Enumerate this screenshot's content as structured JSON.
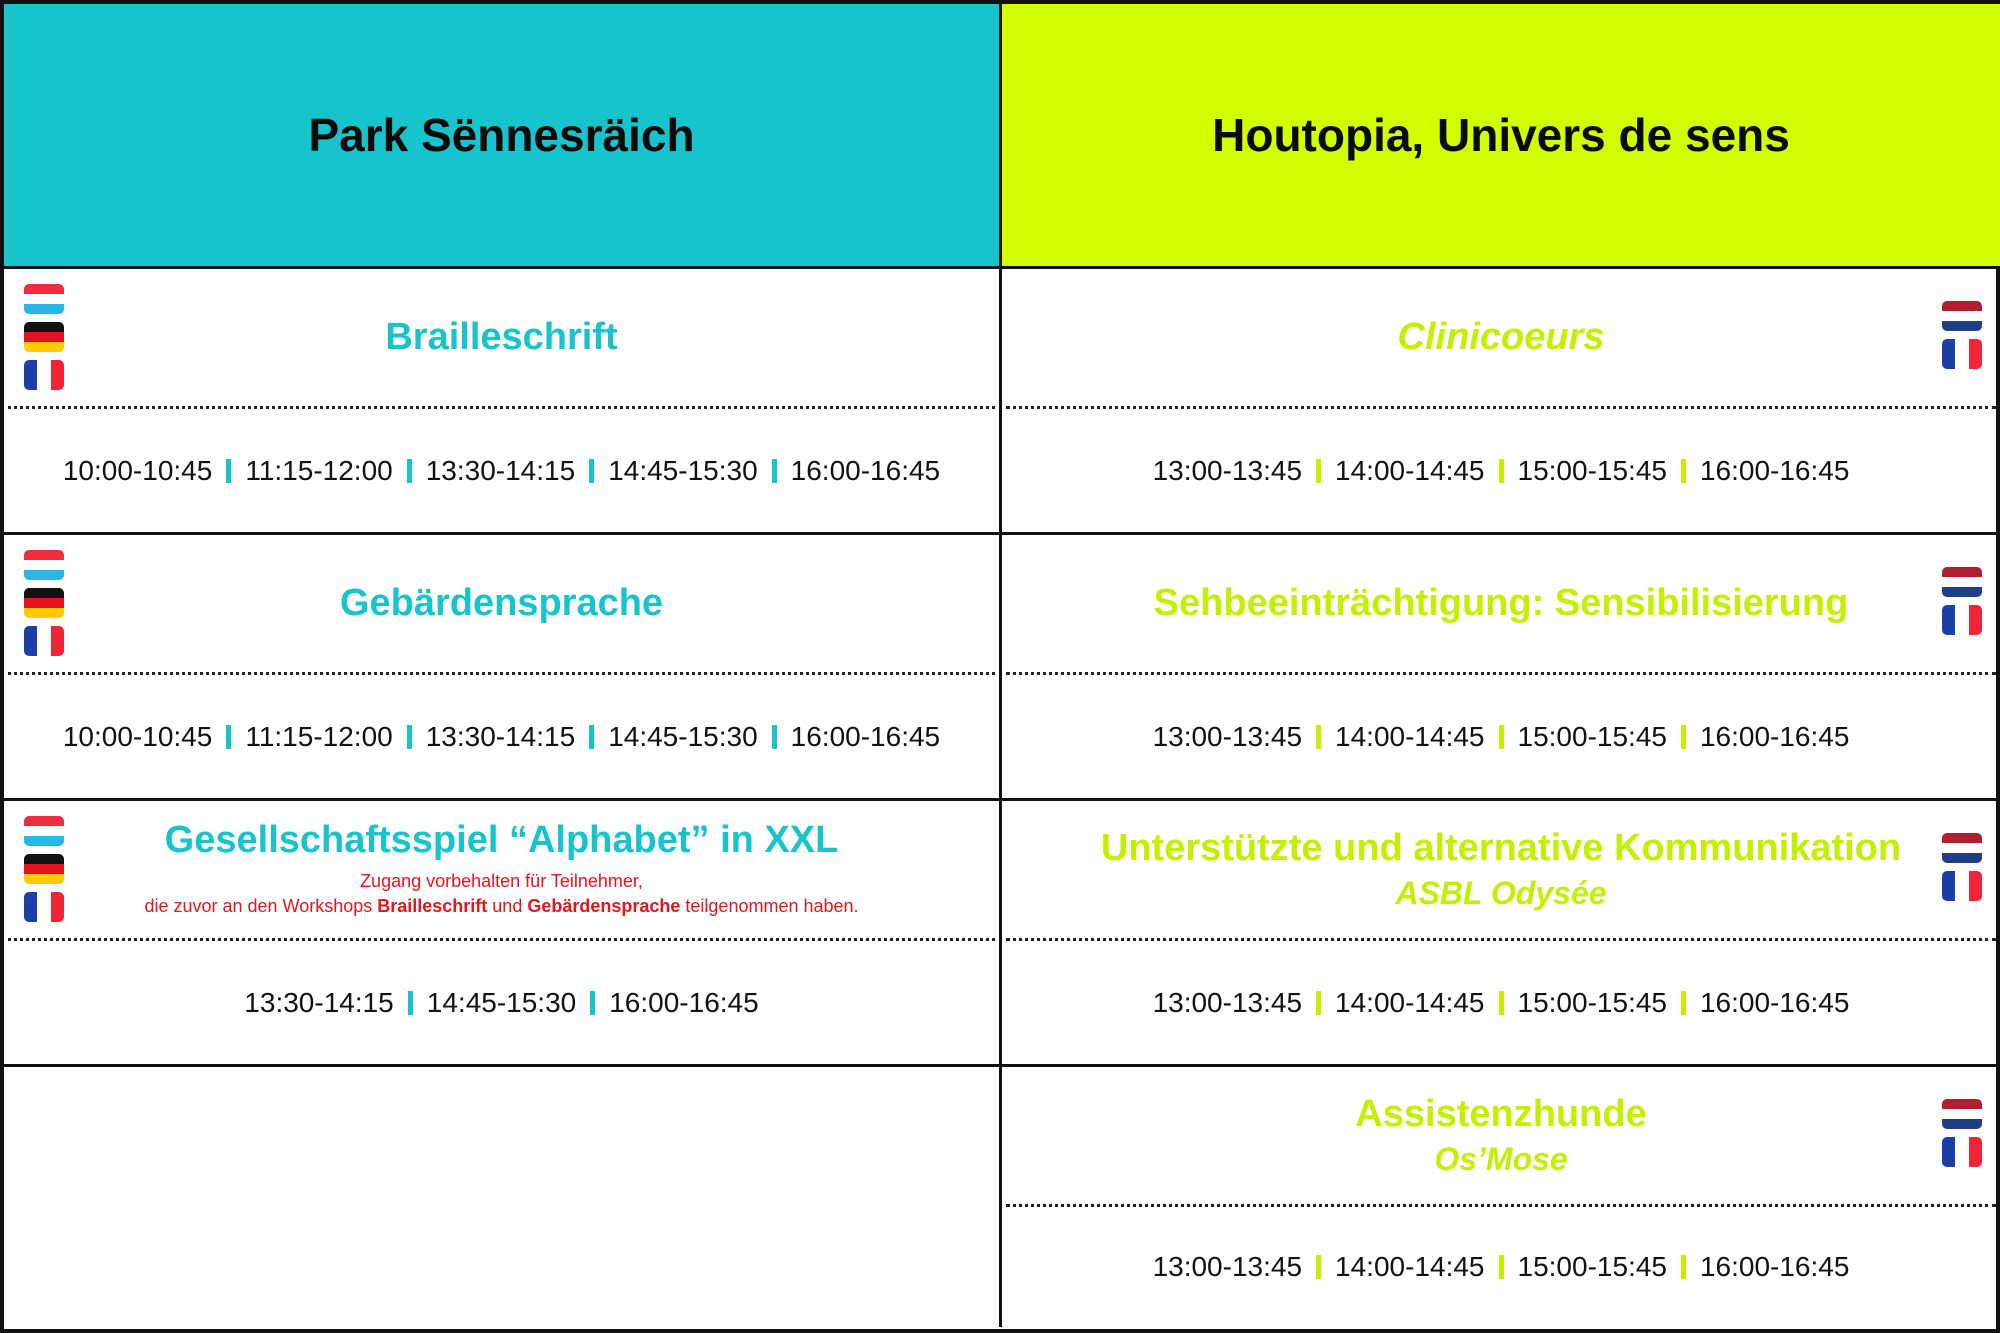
{
  "colors": {
    "cyan": "#18c4cc",
    "lime": "#d2ff00",
    "note_red": "#e8141c"
  },
  "left": {
    "header": "Park Sënnesräich",
    "rows": [
      {
        "title": "Brailleschrift",
        "languages": [
          "lu-flag-icon",
          "de-flag-icon",
          "fr-flag-icon"
        ],
        "times": [
          "10:00-10:45",
          "11:15-12:00",
          "13:30-14:15",
          "14:45-15:30",
          "16:00-16:45"
        ]
      },
      {
        "title": "Gebärdensprache",
        "languages": [
          "lu-flag-icon",
          "de-flag-icon",
          "fr-flag-icon"
        ],
        "times": [
          "10:00-10:45",
          "11:15-12:00",
          "13:30-14:15",
          "14:45-15:30",
          "16:00-16:45"
        ]
      },
      {
        "title": "Gesellschaftsspiel “Alphabet” in XXL",
        "languages": [
          "lu-flag-icon",
          "de-flag-icon",
          "fr-flag-icon"
        ],
        "note": {
          "line1": "Zugang vorbehalten für Teilnehmer,",
          "line2_pre": "die zuvor an den Workshops ",
          "bold1": "Brailleschrift",
          "mid": " und ",
          "bold2": "Gebärdensprache",
          "post": " teilgenommen haben."
        },
        "times": [
          "13:30-14:15",
          "14:45-15:30",
          "16:00-16:45"
        ]
      }
    ]
  },
  "right": {
    "header": "Houtopia, Univers de sens",
    "rows": [
      {
        "title": "Clinicoeurs",
        "languages": [
          "nl-flag-icon",
          "fr-flag-icon"
        ],
        "times": [
          "13:00-13:45",
          "14:00-14:45",
          "15:00-15:45",
          "16:00-16:45"
        ]
      },
      {
        "title": "Sehbeeinträchtigung: Sensibilisierung",
        "languages": [
          "nl-flag-icon",
          "fr-flag-icon"
        ],
        "times": [
          "13:00-13:45",
          "14:00-14:45",
          "15:00-15:45",
          "16:00-16:45"
        ]
      },
      {
        "title": "Unterstützte und alternative Kommunikation",
        "subtitle": "ASBL Odysée",
        "languages": [
          "nl-flag-icon",
          "fr-flag-icon"
        ],
        "times": [
          "13:00-13:45",
          "14:00-14:45",
          "15:00-15:45",
          "16:00-16:45"
        ]
      },
      {
        "title": "Assistenzhunde",
        "subtitle": "Os’Mose",
        "languages": [
          "nl-flag-icon",
          "fr-flag-icon"
        ],
        "times": [
          "13:00-13:45",
          "14:00-14:45",
          "15:00-15:45",
          "16:00-16:45"
        ]
      }
    ]
  }
}
